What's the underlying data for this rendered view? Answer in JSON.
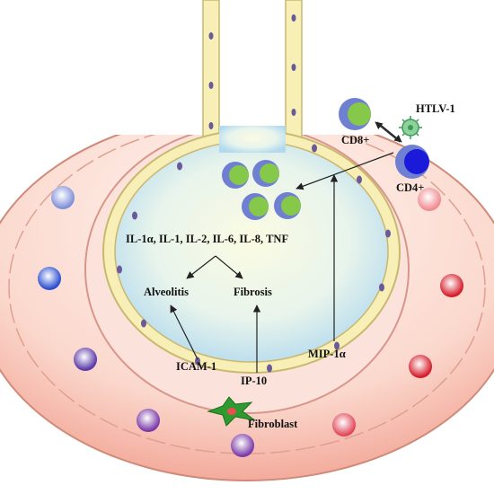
{
  "labels": {
    "cytokines": "IL-1α, IL-1, IL-2,  IL-6, IL-8, TNF",
    "alveolitis": "Alveolitis",
    "fibrosis": "Fibrosis",
    "icam": "ICAM-1",
    "ip10": "IP-10",
    "mip": "MIP-1α",
    "fibroblast": "Fibroblast",
    "cd8": "CD8+",
    "cd4": "CD4+",
    "htlv": "HTLV-1"
  },
  "colors": {
    "vessel_outer": "#f3b5a8",
    "vessel_inner": "#fde7df",
    "alveolus_center": "#fbfbe0",
    "alveolus_edge": "#b7dcef",
    "epithelium": "#f7f0b9",
    "nucleus": "#6a5a9a",
    "lymphocyte_ring": "#6f7fd2",
    "lymphocyte_core": "#86c94a",
    "cd4_core": "#1a1ad8",
    "virus": "#3a9a5a",
    "fibroblast": "#2f9a2f"
  },
  "icons": {
    "virus": "htlv-1-virus-icon",
    "fibroblast": "fibroblast-cell-icon"
  }
}
